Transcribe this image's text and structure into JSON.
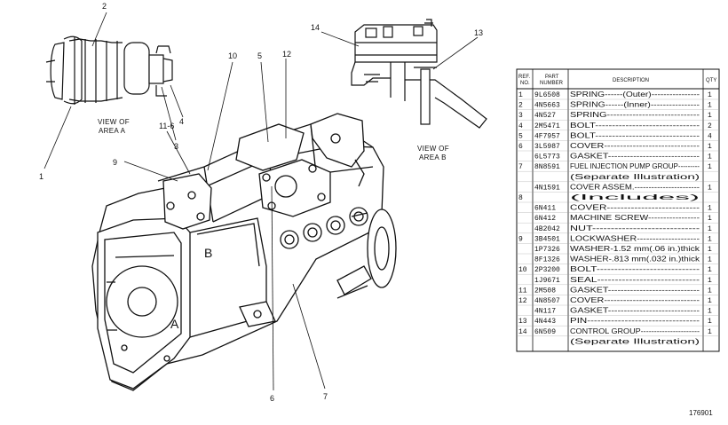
{
  "callouts": {
    "c1": "1",
    "c2": "2",
    "c3": "3",
    "c4": "4",
    "c5": "5",
    "c6": "6",
    "c7": "7",
    "c9": "9",
    "c10": "10",
    "c11_6": "11-6",
    "c12": "12",
    "c13": "13",
    "c14": "14"
  },
  "view_labels": {
    "area_a_line1": "VIEW OF",
    "area_a_line2": "AREA A",
    "area_b_line1": "VIEW OF",
    "area_b_line2": "AREA B"
  },
  "body_labels": {
    "a": "A",
    "b": "B"
  },
  "parts_table": {
    "headers": {
      "ref_line1": "REF.",
      "ref_line2": "NO.",
      "part_line1": "PART",
      "part_line2": "NUMBER",
      "desc": "DESCRIPTION",
      "qty": "QTY"
    },
    "rows": [
      {
        "ref": "1",
        "part": "9L6508",
        "desc": "SPRING------(Outer)----------------",
        "qty": "1"
      },
      {
        "ref": "2",
        "part": "4N5663",
        "desc": "SPRING------(Inner)----------------",
        "qty": "1"
      },
      {
        "ref": "3",
        "part": "4N527",
        "desc": "SPRING-----------------------------",
        "qty": "1"
      },
      {
        "ref": "4",
        "part": "2M5471",
        "desc": "BOLT-------------------------------",
        "qty": "2"
      },
      {
        "ref": "5",
        "part": "4F7957",
        "desc": "BOLT-------------------------------",
        "qty": "4"
      },
      {
        "ref": "6",
        "part": "3L5987",
        "desc": "COVER------------------------------",
        "qty": "1"
      },
      {
        "ref": "",
        "part": "6L5773",
        "desc": "GASKET-----------------------------",
        "qty": "1"
      },
      {
        "ref": "7",
        "part": "8N8591",
        "desc": "FUEL INJECTION PUMP GROUP---------",
        "qty": "1"
      },
      {
        "ref": "",
        "part": "",
        "desc": "  (Separate Illustration)",
        "qty": ""
      },
      {
        "ref": "",
        "part": "4N1591",
        "desc": "COVER ASSEM.-----------------------",
        "qty": "1"
      },
      {
        "ref": "8",
        "part": "",
        "desc": "  (Includes)",
        "qty": ""
      },
      {
        "ref": "",
        "part": "6N411",
        "desc": "      COVER---------------------------",
        "qty": "1"
      },
      {
        "ref": "",
        "part": "6N412",
        "desc": "      MACHINE SCREW-----------------",
        "qty": "1"
      },
      {
        "ref": "",
        "part": "4B2042",
        "desc": "      NUT-----------------------------",
        "qty": "1"
      },
      {
        "ref": "9",
        "part": "3B4501",
        "desc": "      LOCKWASHER--------------------",
        "qty": "1"
      },
      {
        "ref": "",
        "part": "1P7326",
        "desc": "      WASHER-1.52 mm(.06 in.)thick",
        "qty": "1"
      },
      {
        "ref": "",
        "part": "8F1326",
        "desc": "      WASHER-.813 mm(.032 in.)thick",
        "qty": "1"
      },
      {
        "ref": "10",
        "part": "2P3200",
        "desc": "      BOLT-----------------------------",
        "qty": "1"
      },
      {
        "ref": "",
        "part": "1J9671",
        "desc": "      SEAL-----------------------------",
        "qty": "1"
      },
      {
        "ref": "11",
        "part": "2M508",
        "desc": "GASKET-----------------------------",
        "qty": "1"
      },
      {
        "ref": "12",
        "part": "4N8507",
        "desc": "COVER------------------------------",
        "qty": "1"
      },
      {
        "ref": "",
        "part": "4N117",
        "desc": "GASKET-----------------------------",
        "qty": "1"
      },
      {
        "ref": "13",
        "part": "4N443",
        "desc": "PIN---------------------------------",
        "qty": "1"
      },
      {
        "ref": "14",
        "part": "6N509",
        "desc": "CONTROL GROUP----------------------",
        "qty": "1"
      },
      {
        "ref": "",
        "part": "",
        "desc": "  (Separate Illustration)",
        "qty": ""
      }
    ]
  },
  "figure_number": "176901"
}
